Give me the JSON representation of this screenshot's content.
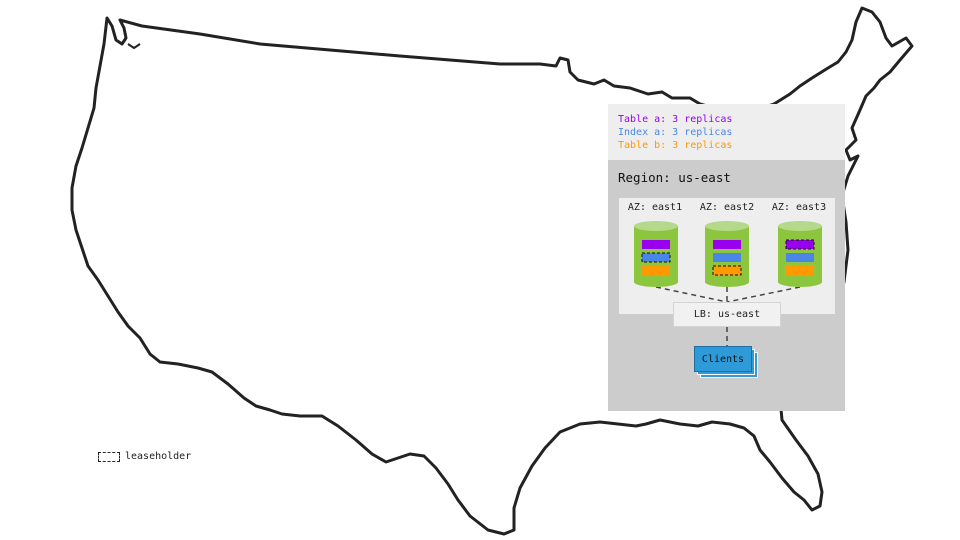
{
  "legend": {
    "lines": [
      {
        "text": "Table a: 3 replicas",
        "color": "#9900ee"
      },
      {
        "text": "Index a: 3 replicas",
        "color": "#4a86e8"
      },
      {
        "text": "Table b: 3 replicas",
        "color": "#ff9900"
      }
    ]
  },
  "region": {
    "title": "Region: us-east",
    "zones": [
      {
        "label": "AZ: east1",
        "leaseholder": "index"
      },
      {
        "label": "AZ: east2",
        "leaseholder": "table_b"
      },
      {
        "label": "AZ: east3",
        "leaseholder": "table_a"
      }
    ],
    "load_balancer": "LB: us-east",
    "clients": "Clients"
  },
  "leaseholder_legend": "leaseholder",
  "colors": {
    "table_a": "#9900ee",
    "index_a": "#4a86e8",
    "table_b": "#ff9900",
    "node": "#8cc63f",
    "node_top": "#b5d98a",
    "clients": "#2f9ad8"
  }
}
